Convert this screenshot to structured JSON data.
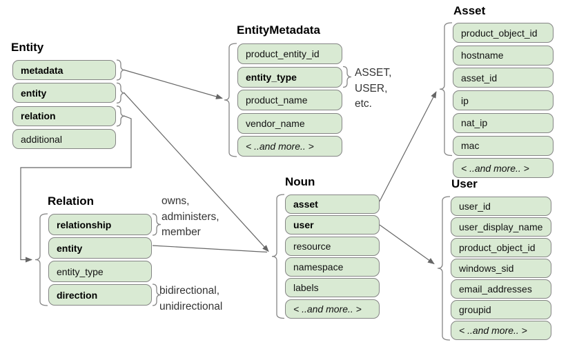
{
  "diagram": {
    "groups": [
      {
        "id": "entity",
        "title": "Entity",
        "rows": [
          {
            "label": "metadata",
            "bold": true,
            "brace_right": true
          },
          {
            "label": "entity",
            "bold": true,
            "brace_right": true
          },
          {
            "label": "relation",
            "bold": true,
            "brace_right": true
          },
          {
            "label": "additional",
            "bold": false
          }
        ]
      },
      {
        "id": "entity-metadata",
        "title": "EntityMetadata",
        "brace_left": true,
        "rows": [
          {
            "label": "product_entity_id"
          },
          {
            "label": "entity_type",
            "bold": true,
            "brace_right": true
          },
          {
            "label": "product_name"
          },
          {
            "label": "vendor_name"
          },
          {
            "label": "< ..and more.. >",
            "italic": true
          }
        ]
      },
      {
        "id": "asset",
        "title": "Asset",
        "brace_left": true,
        "brace_left_rows": 6,
        "rows": [
          {
            "label": "product_object_id"
          },
          {
            "label": "hostname"
          },
          {
            "label": "asset_id"
          },
          {
            "label": "ip"
          },
          {
            "label": "nat_ip"
          },
          {
            "label": "mac"
          },
          {
            "label": "< ..and more.. >",
            "italic": true
          }
        ]
      },
      {
        "id": "noun",
        "title": "Noun",
        "brace_left": true,
        "rows": [
          {
            "label": "asset",
            "bold": true
          },
          {
            "label": "user",
            "bold": true
          },
          {
            "label": "resource"
          },
          {
            "label": "namespace"
          },
          {
            "label": "labels"
          },
          {
            "label": "< ..and more.. >",
            "italic": true
          }
        ]
      },
      {
        "id": "user",
        "title": "User",
        "brace_left": true,
        "rows": [
          {
            "label": "user_id"
          },
          {
            "label": "user_display_name"
          },
          {
            "label": "product_object_id"
          },
          {
            "label": "windows_sid"
          },
          {
            "label": "email_addresses"
          },
          {
            "label": "groupid"
          },
          {
            "label": "< ..and more.. >",
            "italic": true
          }
        ]
      },
      {
        "id": "relation",
        "title": "Relation",
        "brace_left": true,
        "rows": [
          {
            "label": "relationship",
            "bold": true,
            "brace_right": true
          },
          {
            "label": "entity",
            "bold": true
          },
          {
            "label": "entity_type"
          },
          {
            "label": "direction",
            "bold": true,
            "brace_right": true
          }
        ]
      }
    ],
    "annotations": [
      {
        "id": "entity-type-values",
        "lines": [
          "ASSET,",
          "USER,",
          "etc."
        ]
      },
      {
        "id": "relationship-values",
        "lines": [
          "owns,",
          "administers,",
          "member"
        ]
      },
      {
        "id": "direction-values",
        "lines": [
          "bidirectional,",
          "unidirectional"
        ]
      }
    ],
    "colors": {
      "box_fill": "#d9ead3",
      "box_border": "#848484",
      "connector": "#666666",
      "text": "#111111",
      "annotation_text": "#333333"
    }
  }
}
